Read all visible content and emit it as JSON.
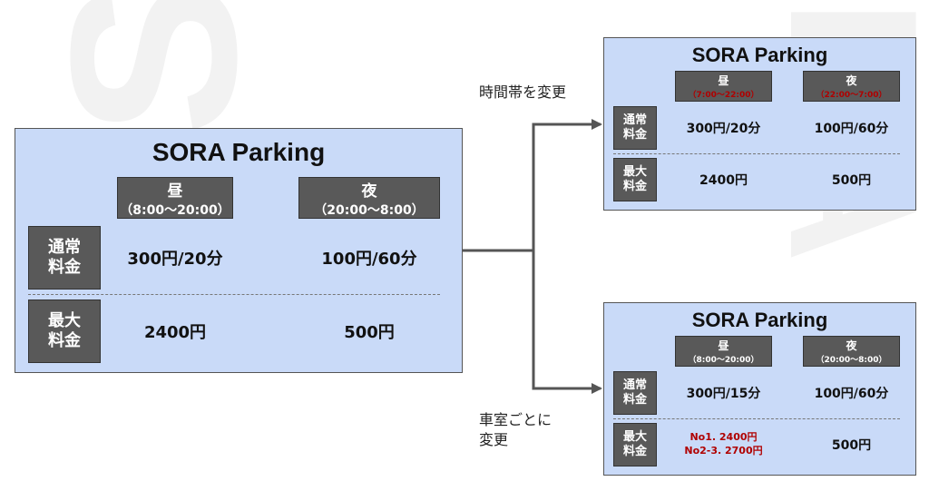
{
  "main": {
    "title": "SORA Parking",
    "day": {
      "label": "昼",
      "time": "（8:00～20:00）"
    },
    "night": {
      "label": "夜",
      "time": "（20:00～8:00）"
    },
    "normal": {
      "label1": "通常",
      "label2": "料金",
      "day": "300円/20分",
      "night": "100円/60分"
    },
    "max": {
      "label1": "最大",
      "label2": "料金",
      "day": "2400円",
      "night": "500円"
    }
  },
  "top": {
    "title": "SORA Parking",
    "day": {
      "label": "昼",
      "time": "（7:00～22:00）"
    },
    "night": {
      "label": "夜",
      "time": "（22:00～7:00）"
    },
    "normal": {
      "label1": "通常",
      "label2": "料金",
      "day": "300円/20分",
      "night": "100円/60分"
    },
    "max": {
      "label1": "最大",
      "label2": "料金",
      "day": "2400円",
      "night": "500円"
    }
  },
  "bottom": {
    "title": "SORA Parking",
    "day": {
      "label": "昼",
      "time": "（8:00～20:00）"
    },
    "night": {
      "label": "夜",
      "time": "（20:00～8:00）"
    },
    "normal": {
      "label1": "通常",
      "label2": "料金",
      "day": "300円/15分",
      "night": "100円/60分"
    },
    "max": {
      "label1": "最大",
      "label2": "料金",
      "day_line1": "No1. 2400円",
      "day_line2": "No2-3. 2700円",
      "night": "500円"
    }
  },
  "notes": {
    "time_change": "時間帯を変更",
    "room_change_line1": "車室ごとに",
    "room_change_line2": "変更"
  },
  "colors": {
    "panel_bg": "#c9daf8",
    "header_bg": "#595959",
    "changed_text": "#b00000",
    "arrow": "#555555"
  }
}
